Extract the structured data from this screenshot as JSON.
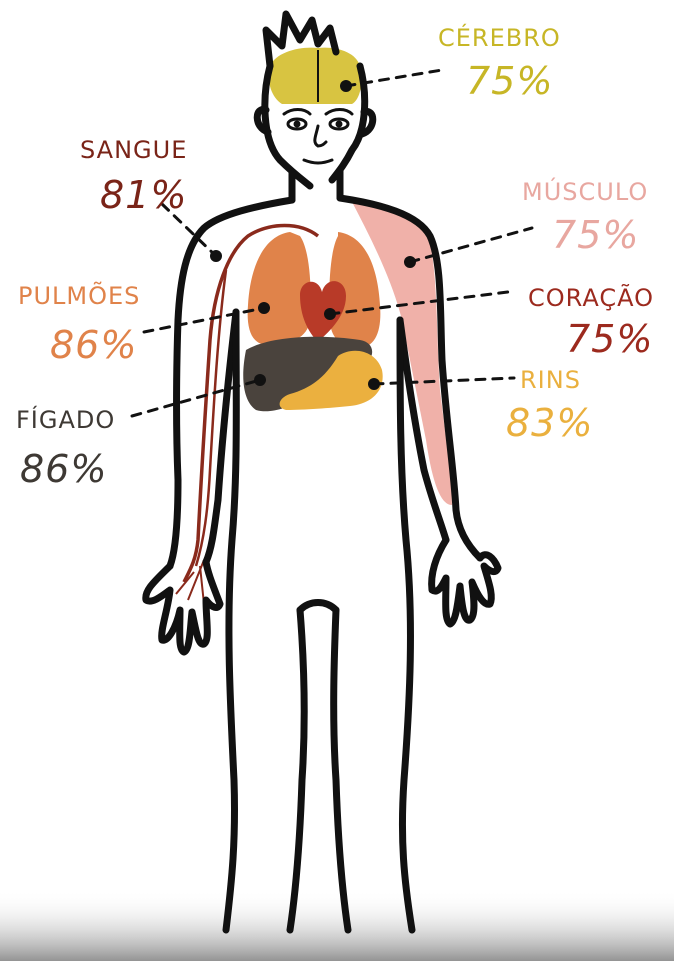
{
  "organs": [
    {
      "id": "cerebro",
      "name": "CÉREBRO",
      "percent": "75%",
      "color": "#c7b626"
    },
    {
      "id": "sangue",
      "name": "SANGUE",
      "percent": "81%",
      "color": "#7a2418"
    },
    {
      "id": "musculo",
      "name": "MÚSCULO",
      "percent": "75%",
      "color": "#e8a7a0"
    },
    {
      "id": "pulmoes",
      "name": "PULMÕES",
      "percent": "86%",
      "color": "#e0834a"
    },
    {
      "id": "coracao",
      "name": "CORAÇÃO",
      "percent": "75%",
      "color": "#9c2a1e"
    },
    {
      "id": "rins",
      "name": "RINS",
      "percent": "83%",
      "color": "#eab03e"
    },
    {
      "id": "figado",
      "name": "FÍGADO",
      "percent": "86%",
      "color": "#3e3934"
    }
  ],
  "colors": {
    "outline": "#111111",
    "liver": "#4a433d",
    "lungs": "#e0834a",
    "heart": "#b83a28",
    "kidneys": "#ebb03f",
    "brain": "#d8c441",
    "muscle": "#f0b1a9",
    "vessels": "#8a2a1c",
    "background": "#ffffff"
  }
}
